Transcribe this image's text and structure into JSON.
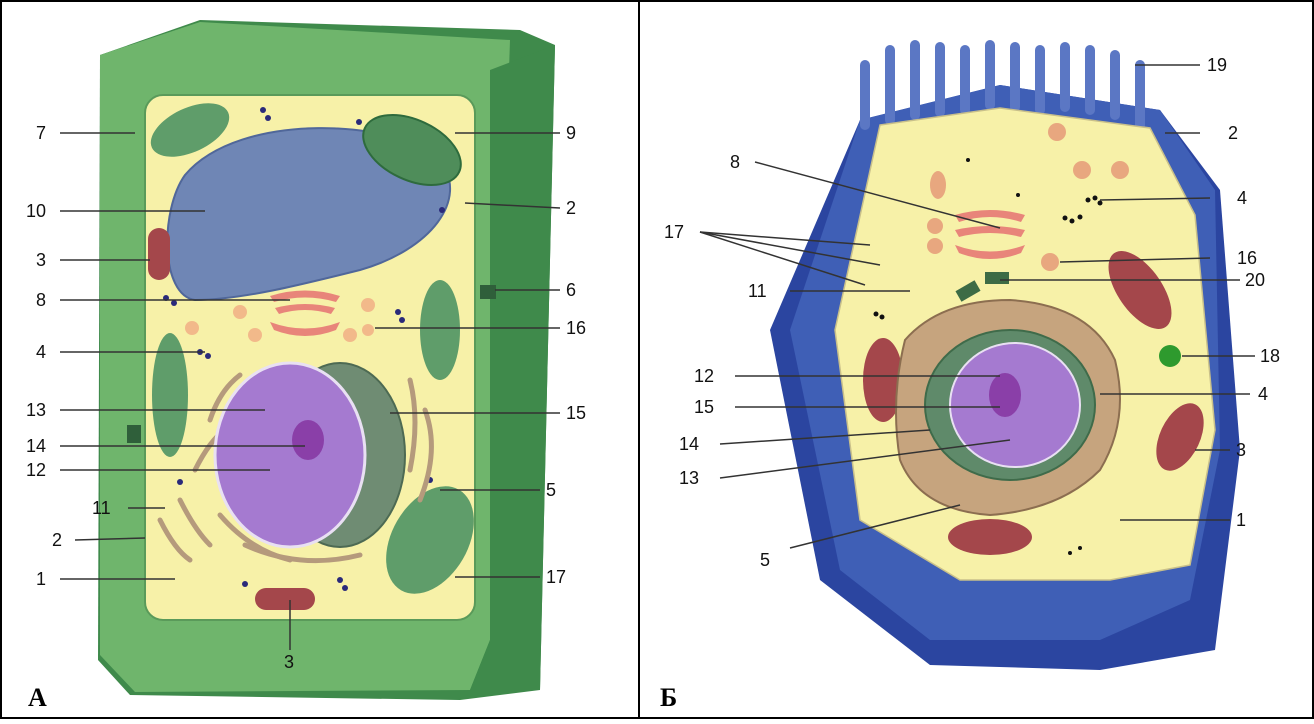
{
  "panels": [
    {
      "letter": "А",
      "labels": [
        "7",
        "10",
        "3",
        "8",
        "4",
        "13",
        "14",
        "12",
        "11",
        "2",
        "1",
        "9",
        "2",
        "6",
        "16",
        "15",
        "5",
        "17",
        "3"
      ]
    },
    {
      "letter": "Б",
      "labels": [
        "8",
        "17",
        "11",
        "12",
        "15",
        "14",
        "13",
        "5",
        "19",
        "2",
        "4",
        "16",
        "20",
        "18",
        "4",
        "3",
        "1"
      ]
    }
  ],
  "colors": {
    "plant_wall": "#6fb56c",
    "plant_wall_dark": "#3f8a4b",
    "cytoplasm": "#f7f1a8",
    "vacuole": "#6f86b5",
    "chloroplast": "#5f9d6a",
    "nucleus": "#a57ad0",
    "nuclear_envelope": "#7d947f",
    "golgi": "#e8857a",
    "mitochondrion": "#a4474b",
    "er": "#b59a7c",
    "animal_outer": "#3f5fb6",
    "animal_outer_dark": "#2b45a0"
  }
}
